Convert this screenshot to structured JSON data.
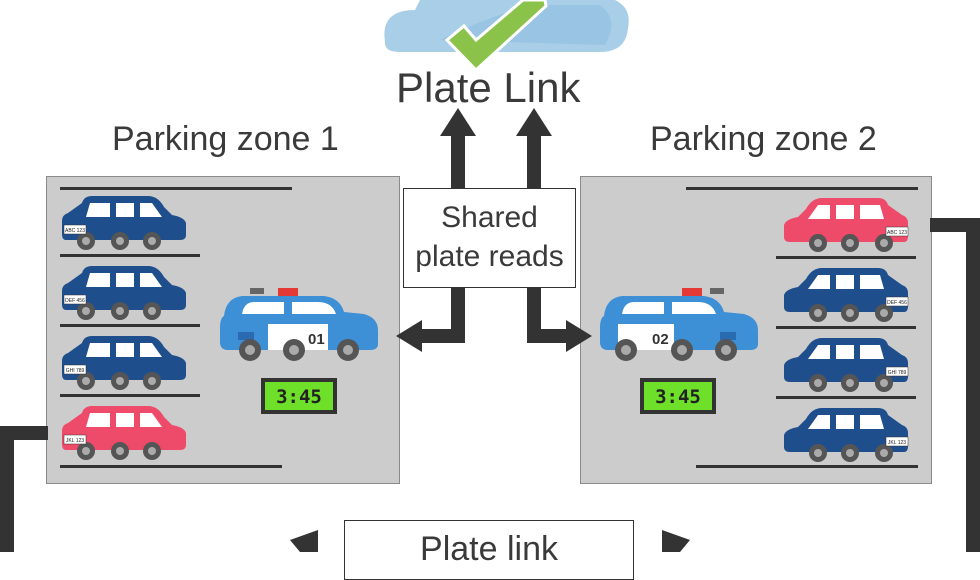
{
  "cloud": {
    "title": "Plate Link",
    "colors": {
      "cloud": "#a9cfe8",
      "check": "#8bc34a"
    }
  },
  "zones": [
    {
      "title": "Parking zone 1",
      "cars": [
        {
          "plate": "ABC 123",
          "color": "#1f4e8c"
        },
        {
          "plate": "DEF 456",
          "color": "#1f4e8c"
        },
        {
          "plate": "GHI 789",
          "color": "#1f4e8c"
        },
        {
          "plate": "JKL 123",
          "color": "#ee4b6a"
        }
      ],
      "patrol": {
        "unit": "01",
        "clock": "3:45"
      }
    },
    {
      "title": "Parking zone 2",
      "cars": [
        {
          "plate": "ABC 123",
          "color": "#ee4b6a"
        },
        {
          "plate": "DEF 456",
          "color": "#1f4e8c"
        },
        {
          "plate": "GHI 789",
          "color": "#1f4e8c"
        },
        {
          "plate": "JKL 123",
          "color": "#1f4e8c"
        }
      ],
      "patrol": {
        "unit": "02",
        "clock": "3:45"
      }
    }
  ],
  "shared_box": {
    "line1": "Shared",
    "line2": "plate reads"
  },
  "link_box": {
    "label": "Plate link"
  },
  "colors": {
    "zone_bg": "#cccccc",
    "arrow": "#333333",
    "patrol_blue": "#3d8fd6",
    "clock_green": "#6ee02a"
  }
}
